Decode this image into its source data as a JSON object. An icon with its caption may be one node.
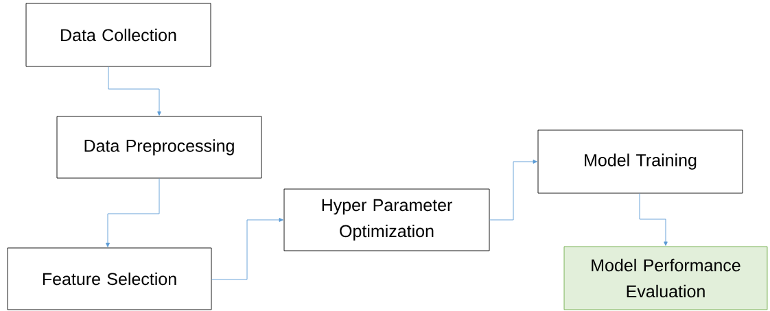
{
  "diagram": {
    "nodes": [
      {
        "text": [
          "Data Collection"
        ]
      },
      {
        "text": [
          "Data Preprocessing"
        ]
      },
      {
        "text": [
          "Feature Selection"
        ]
      },
      {
        "text": [
          "Hyper Parameter Optimization"
        ]
      },
      {
        "text": [
          "Model Training"
        ]
      },
      {
        "text": [
          "Model Performance Evaluation"
        ]
      }
    ],
    "edges": [
      {
        "from": 0,
        "to": 1,
        "arrow": "to"
      },
      {
        "from": 1,
        "to": 2,
        "arrow": "to"
      },
      {
        "from": 2,
        "to": 3,
        "arrow": "to"
      },
      {
        "from": 3,
        "to": 4,
        "arrow": "to"
      },
      {
        "from": 4,
        "to": 5,
        "arrow": "to"
      }
    ]
  }
}
